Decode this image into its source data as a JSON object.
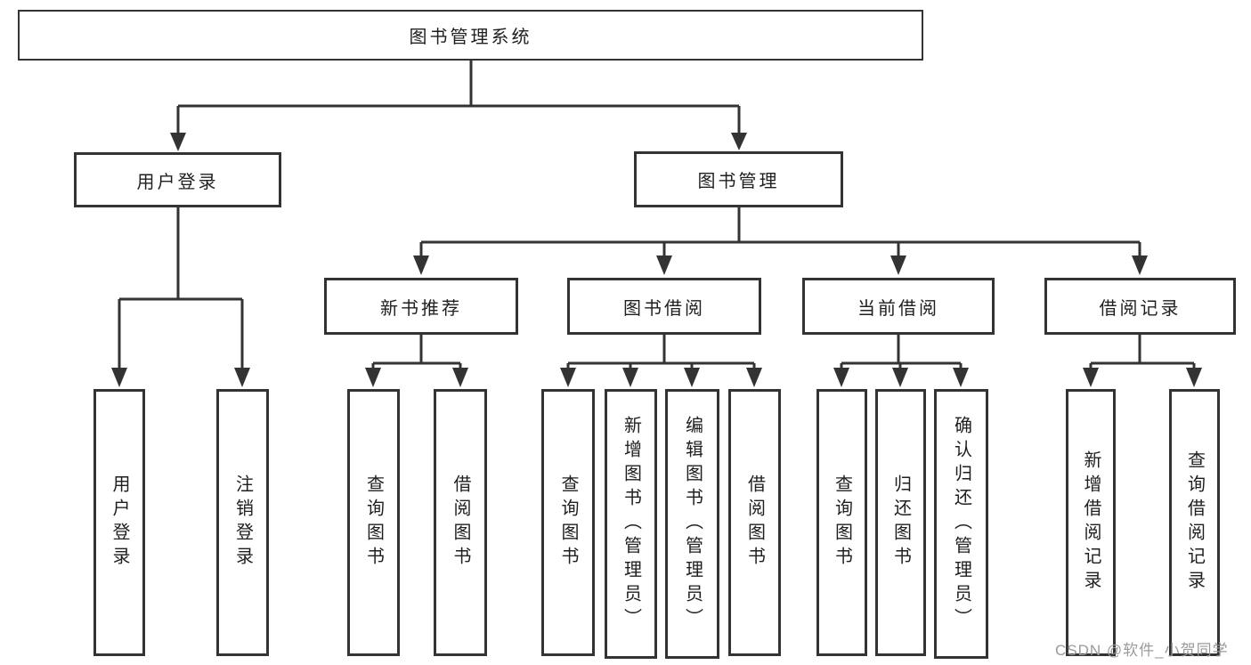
{
  "root": {
    "label": "图书管理系统"
  },
  "branches": [
    {
      "label": "用户登录",
      "children": [
        {
          "label": "用户登录"
        },
        {
          "label": "注销登录"
        }
      ]
    },
    {
      "label": "图书管理",
      "sections": [
        {
          "label": "新书推荐",
          "children": [
            {
              "label": "查询图书"
            },
            {
              "label": "借阅图书"
            }
          ]
        },
        {
          "label": "图书借阅",
          "children": [
            {
              "label": "查询图书"
            },
            {
              "label": "新增图书（管理员）"
            },
            {
              "label": "编辑图书（管理员）"
            },
            {
              "label": "借阅图书"
            }
          ]
        },
        {
          "label": "当前借阅",
          "children": [
            {
              "label": "查询图书"
            },
            {
              "label": "归还图书"
            },
            {
              "label": "确认归还（管理员）"
            }
          ]
        },
        {
          "label": "借阅记录",
          "children": [
            {
              "label": "新增借阅记录"
            },
            {
              "label": "查询借阅记录"
            }
          ]
        }
      ]
    }
  ],
  "watermark": "CSDN @软件_小贺同学",
  "colors": {
    "line": "#333333",
    "text": "#1f1f1f",
    "watermark": "#9a9a9a",
    "background": "#ffffff"
  }
}
